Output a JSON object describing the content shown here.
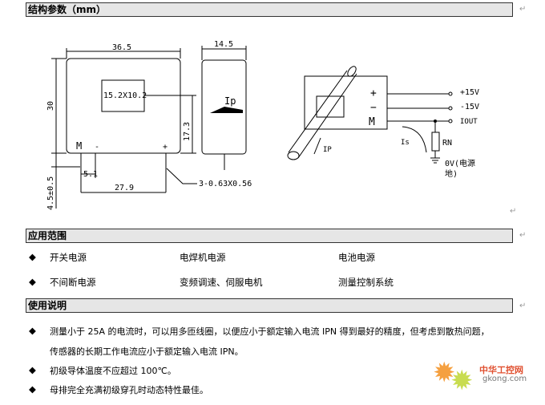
{
  "sections": {
    "structure": "结构参数（mm）",
    "application": "应用范围",
    "usage": "使用说明"
  },
  "drawing": {
    "width": "36.5",
    "height": "30",
    "side_width": "14.5",
    "aperture": "15.2X10.2",
    "pin_offset": "17.3",
    "pin_spacing": "5.1",
    "pin_span": "27.9",
    "pin_length": "4.5±0.5",
    "pin_spec": "3-0.63X0.56",
    "pin_m": "M",
    "pin_minus": "-",
    "pin_plus": "+",
    "ip": "Ip"
  },
  "circuit": {
    "plus": "+",
    "minus": "−",
    "m": "M",
    "v_pos": "+15V",
    "v_neg": "-15V",
    "out": "IOUT",
    "is": "Is",
    "rn": "RN",
    "ip": "IP",
    "gnd": "0V(电源",
    "gnd2": "地)"
  },
  "applications": [
    [
      "开关电源",
      "电焊机电源",
      "电池电源"
    ],
    [
      "不间断电源",
      "变频调速、伺服电机",
      "测量控制系统"
    ]
  ],
  "usage": [
    "测量小于 25A 的电流时，可以用多匝线圈，以便应小于额定输入电流 IPN 得到最好的精度，但考虑到散热问题，",
    "传感器的长期工作电流应小于额定输入电流 IPN。",
    "初级导体温度不应超过 100℃。",
    "母排完全充满初级穿孔时动态特性最佳。"
  ],
  "bullet": "◆",
  "return_mark": "↵",
  "watermark": {
    "name": "中华工控网",
    "url": "gkong.com"
  }
}
